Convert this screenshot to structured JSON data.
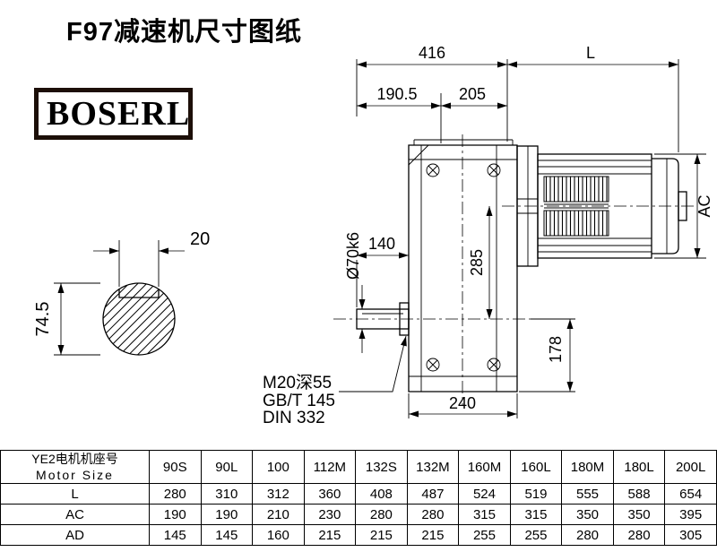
{
  "sheet": {
    "title": "F97减速机尺寸图纸",
    "logo_text": "BOSERL"
  },
  "drawing": {
    "dims": {
      "total_width": "416",
      "motor_length": "L",
      "front_section": "190.5",
      "rear_section": "205",
      "shaft_length": "140",
      "shaft_diameter": "Ø70k6",
      "center_distance": "285",
      "shaft_to_base": "178",
      "base_width": "240",
      "motor_height": "AC",
      "key_width": "20",
      "shaft_section_height": "74.5"
    },
    "notes": [
      "M20深55",
      "GB/T 145",
      "DIN 332"
    ]
  },
  "table": {
    "header_line1": "YE2电机机座号",
    "header_line2": "Motor Size",
    "columns": [
      "90S",
      "90L",
      "100",
      "112M",
      "132S",
      "132M",
      "160M",
      "160L",
      "180M",
      "180L",
      "200L"
    ],
    "rows": [
      {
        "label": "L",
        "values": [
          "280",
          "310",
          "312",
          "360",
          "408",
          "487",
          "524",
          "519",
          "555",
          "588",
          "654"
        ]
      },
      {
        "label": "AC",
        "values": [
          "190",
          "190",
          "210",
          "230",
          "280",
          "280",
          "315",
          "315",
          "350",
          "350",
          "395"
        ]
      },
      {
        "label": "AD",
        "values": [
          "145",
          "145",
          "160",
          "215",
          "215",
          "215",
          "255",
          "255",
          "280",
          "280",
          "305"
        ]
      }
    ]
  }
}
